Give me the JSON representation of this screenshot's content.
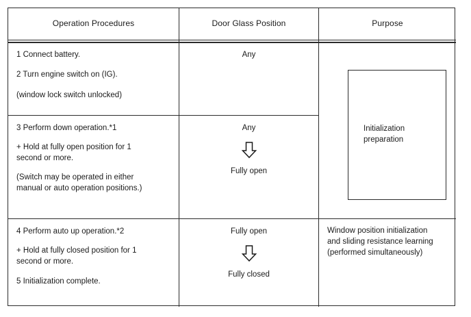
{
  "table": {
    "columns": [
      {
        "id": "operation-procedures",
        "label": "Operation Procedures"
      },
      {
        "id": "door-glass-position",
        "label": "Door Glass Position"
      },
      {
        "id": "purpose",
        "label": "Purpose"
      }
    ],
    "rows": [
      {
        "id": "row-1",
        "operation_steps": [
          "1 Connect battery.",
          "2 Turn engine switch on (IG).",
          "(window lock switch unlocked)"
        ],
        "glass_position": {
          "from": "Any",
          "arrow": null,
          "to": null
        }
      },
      {
        "id": "row-2",
        "operation_steps": [
          "3 Perform down operation.*1",
          "+ Hold at fully open position for 1\nsecond or more.",
          "(Switch may be operated in either\nmanual or auto operation positions.)"
        ],
        "glass_position": {
          "from": "Any",
          "arrow": "down-arrow-icon",
          "to": "Fully open"
        }
      },
      {
        "id": "row-3",
        "operation_steps": [
          "4 Perform auto up operation.*2",
          "+ Hold at fully closed position for 1\nsecond or more.",
          "5 Initialization complete."
        ],
        "glass_position": {
          "from": "Fully open",
          "arrow": "down-arrow-icon",
          "to": "Fully closed"
        },
        "purpose_text": "Window position initialization\nand sliding resistance learning\n(performed simultaneously)"
      }
    ],
    "purpose_merged": {
      "box_label": "Initialization\npreparation"
    }
  },
  "colors": {
    "border": "#2b2b2b",
    "text": "#1a1a1a",
    "background": "#ffffff"
  }
}
